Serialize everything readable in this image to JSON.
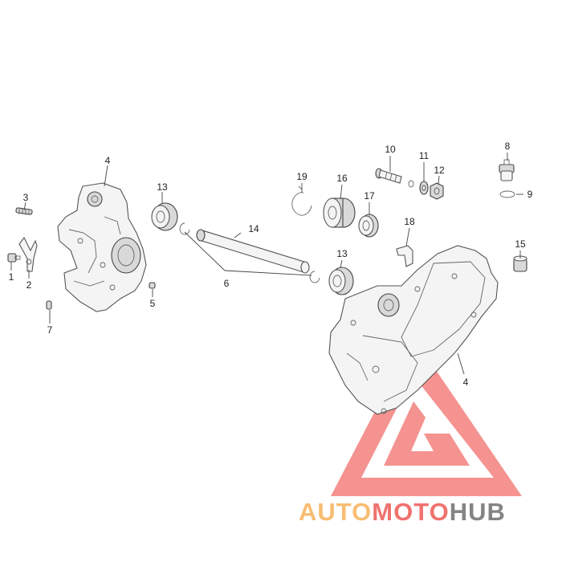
{
  "callouts": [
    {
      "id": "c1",
      "text": "1"
    },
    {
      "id": "c2",
      "text": "2"
    },
    {
      "id": "c3",
      "text": "3"
    },
    {
      "id": "c4a",
      "text": "4"
    },
    {
      "id": "c4b",
      "text": "4"
    },
    {
      "id": "c5",
      "text": "5"
    },
    {
      "id": "c6",
      "text": "6"
    },
    {
      "id": "c7",
      "text": "7"
    },
    {
      "id": "c8",
      "text": "8"
    },
    {
      "id": "c9",
      "text": "9"
    },
    {
      "id": "c10",
      "text": "10"
    },
    {
      "id": "c11",
      "text": "11"
    },
    {
      "id": "c12",
      "text": "12"
    },
    {
      "id": "c13a",
      "text": "13"
    },
    {
      "id": "c13b",
      "text": "13"
    },
    {
      "id": "c14",
      "text": "14"
    },
    {
      "id": "c15",
      "text": "15"
    },
    {
      "id": "c16",
      "text": "16"
    },
    {
      "id": "c17",
      "text": "17"
    },
    {
      "id": "c18",
      "text": "18"
    },
    {
      "id": "c19",
      "text": "19"
    }
  ],
  "watermark": {
    "part1": "AUTO",
    "part2": "MOTO",
    "part3": "HUB",
    "color_orange": "#f7b25a",
    "color_red": "#ee5a55",
    "color_gray": "#6f6f6f"
  }
}
